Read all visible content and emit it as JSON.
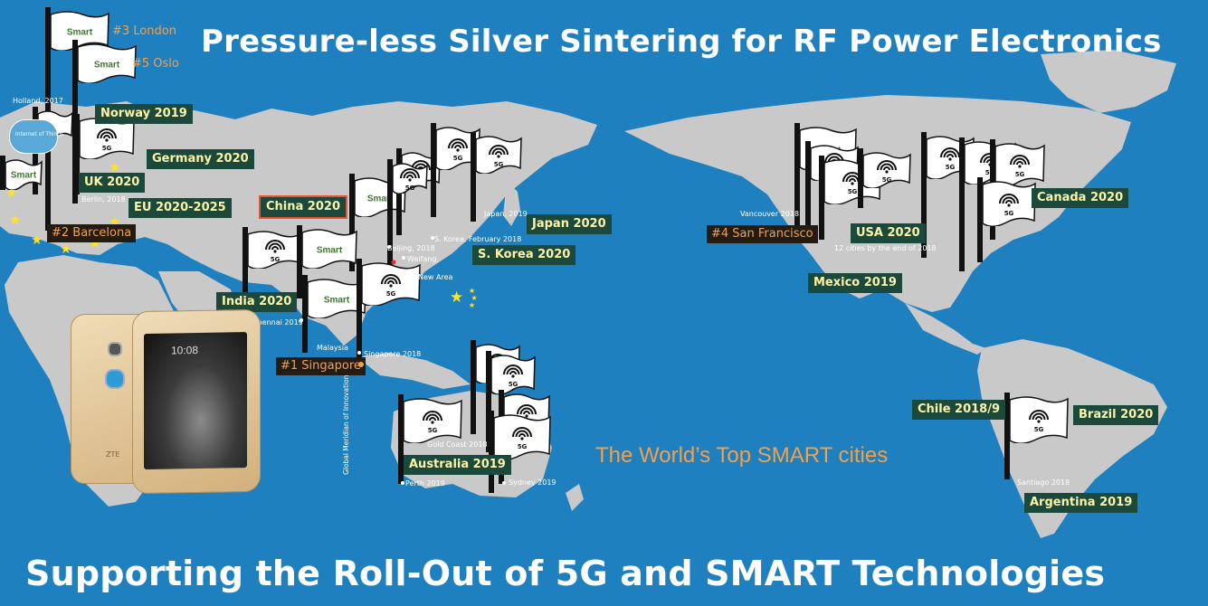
{
  "title": "Pressure-less Silver Sintering for RF Power Electronics",
  "subtitle": "Supporting the Roll-Out of 5G and SMART Technologies",
  "tagline": "The World’s Top SMART cities",
  "meridian": "Global Meridian of Innovation",
  "iot_badge": "Internet of Things",
  "flag_texts": {
    "smart": "Smart",
    "fiveg": "5G"
  },
  "colors": {
    "ocean": "#1f80c0",
    "land": "#c9c9c9",
    "label_bg": "#1b4a3d",
    "label_text": "#fdf3a8",
    "rank_text": "#f3a04a",
    "star": "#ffe02a"
  },
  "country_labels": {
    "norway": "Norway 2019",
    "germany": "Germany 2020",
    "uk": "UK 2020",
    "eu": "EU 2020-2025",
    "china": "China 2020",
    "japan": "Japan 2020",
    "skorea": "S. Korea 2020",
    "india": "India 2020",
    "australia": "Australia 2019",
    "usa": "USA 2020",
    "mexico": "Mexico 2019",
    "canada": "Canada 2020",
    "chile": "Chile 2018/9",
    "brazil": "Brazil 2020",
    "argentina": "Argentina 2019"
  },
  "rank_labels": {
    "london": "#3 London",
    "oslo": "#5 Oslo",
    "barcelona": "#2 Barcelona",
    "sanfrancisco": "#4 San Francisco",
    "singapore": "#1 Singapore"
  },
  "city_notes": {
    "holland": "Holland, 2017",
    "berlin": "Berlin, 2018",
    "japan": "Japan, 2019",
    "skorea": "S. Korea, February 2018",
    "beijing": "Beijing, 2018",
    "weifang": "Weifang,",
    "newarea": "New Area",
    "chennai": "Chennai 2019",
    "malaysia": "Malaysia",
    "singapore": "Singapore 2018",
    "goldcoast": "Gold Coast 2018",
    "perth": "Perth 2019",
    "sydney": "Sydney 2019",
    "vancouver": "Vancouver 2018",
    "uscities": "12 cities by the end of 2018",
    "santiago": "Santiago 2018"
  },
  "phone": {
    "brand": "ZTE",
    "time": "10:08"
  }
}
